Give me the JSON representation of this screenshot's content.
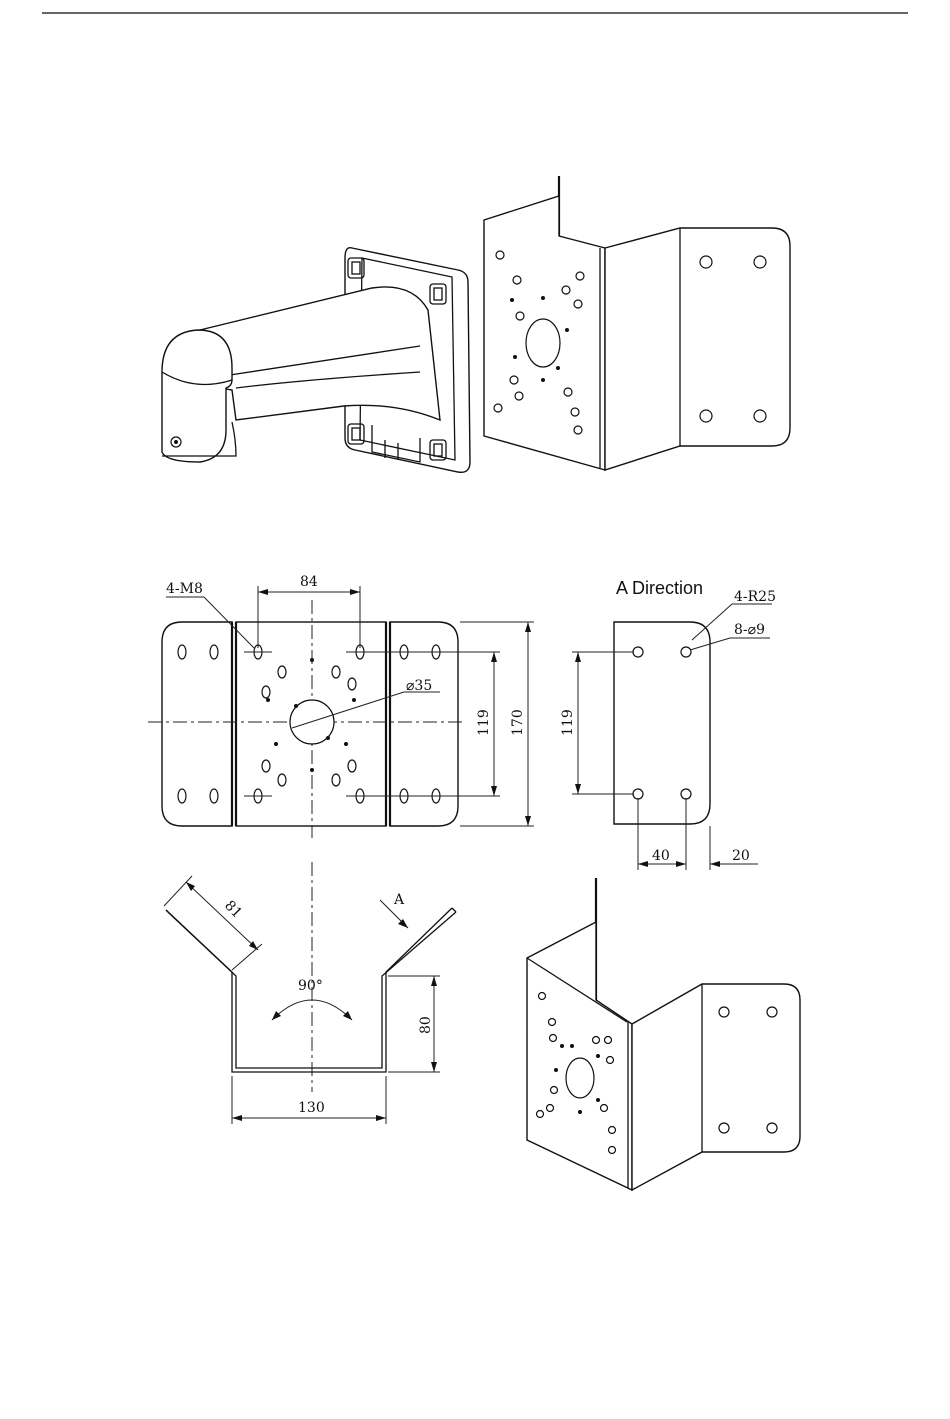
{
  "labels": {
    "a_direction_title": "A Direction",
    "mount_holes": "4-M8",
    "dim_84": "84",
    "dim_dia35": "⌀35",
    "dim_119_front": "119",
    "dim_170": "170",
    "dim_4r25": "4-R25",
    "dim_8dia9": "8-⌀9",
    "dim_119_side": "119",
    "dim_40": "40",
    "dim_20": "20",
    "dim_angle": "90°",
    "dim_80": "80",
    "dim_130": "130",
    "dim_bend": "81",
    "arrow_a": "A"
  }
}
